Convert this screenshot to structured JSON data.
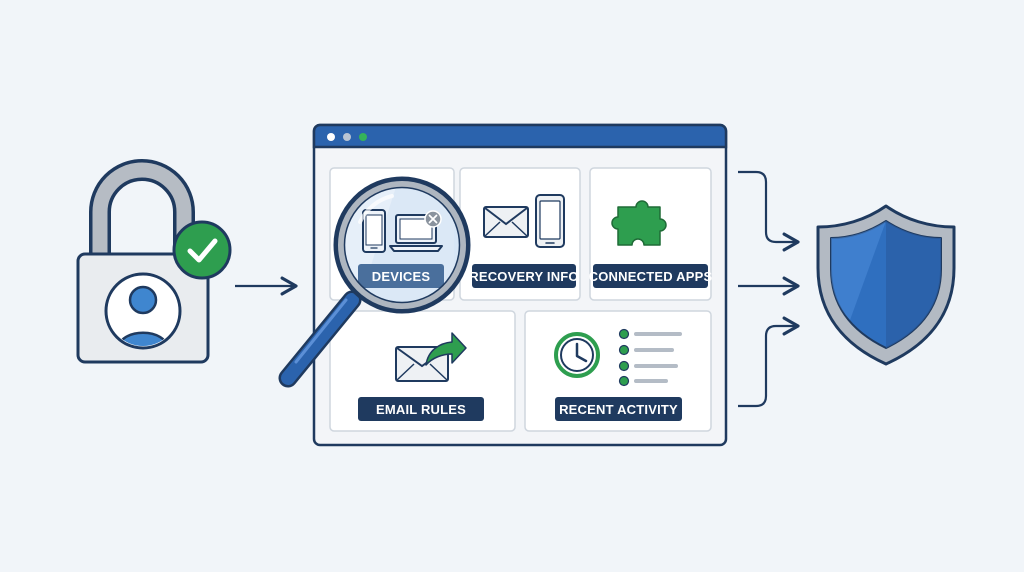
{
  "panels": {
    "devices": {
      "label": "DEVICES"
    },
    "recovery": {
      "label": "RECOVERY INFO"
    },
    "apps": {
      "label": "CONNECTED APPS"
    },
    "email": {
      "label": "EMAIL RULES"
    },
    "activity": {
      "label": "RECENT ACTIVITY"
    }
  },
  "colors": {
    "navy": "#1f3a5f",
    "blue": "#2b63ad",
    "green": "#2e9e4f",
    "gray": "#9aa3ad",
    "background": "#f1f5f9"
  },
  "icons": [
    "padlock-icon",
    "user-icon",
    "check-icon",
    "magnifier-icon",
    "phone-icon",
    "laptop-icon",
    "envelope-icon",
    "puzzle-icon",
    "forward-arrow-icon",
    "clock-icon",
    "list-icon",
    "shield-icon"
  ]
}
